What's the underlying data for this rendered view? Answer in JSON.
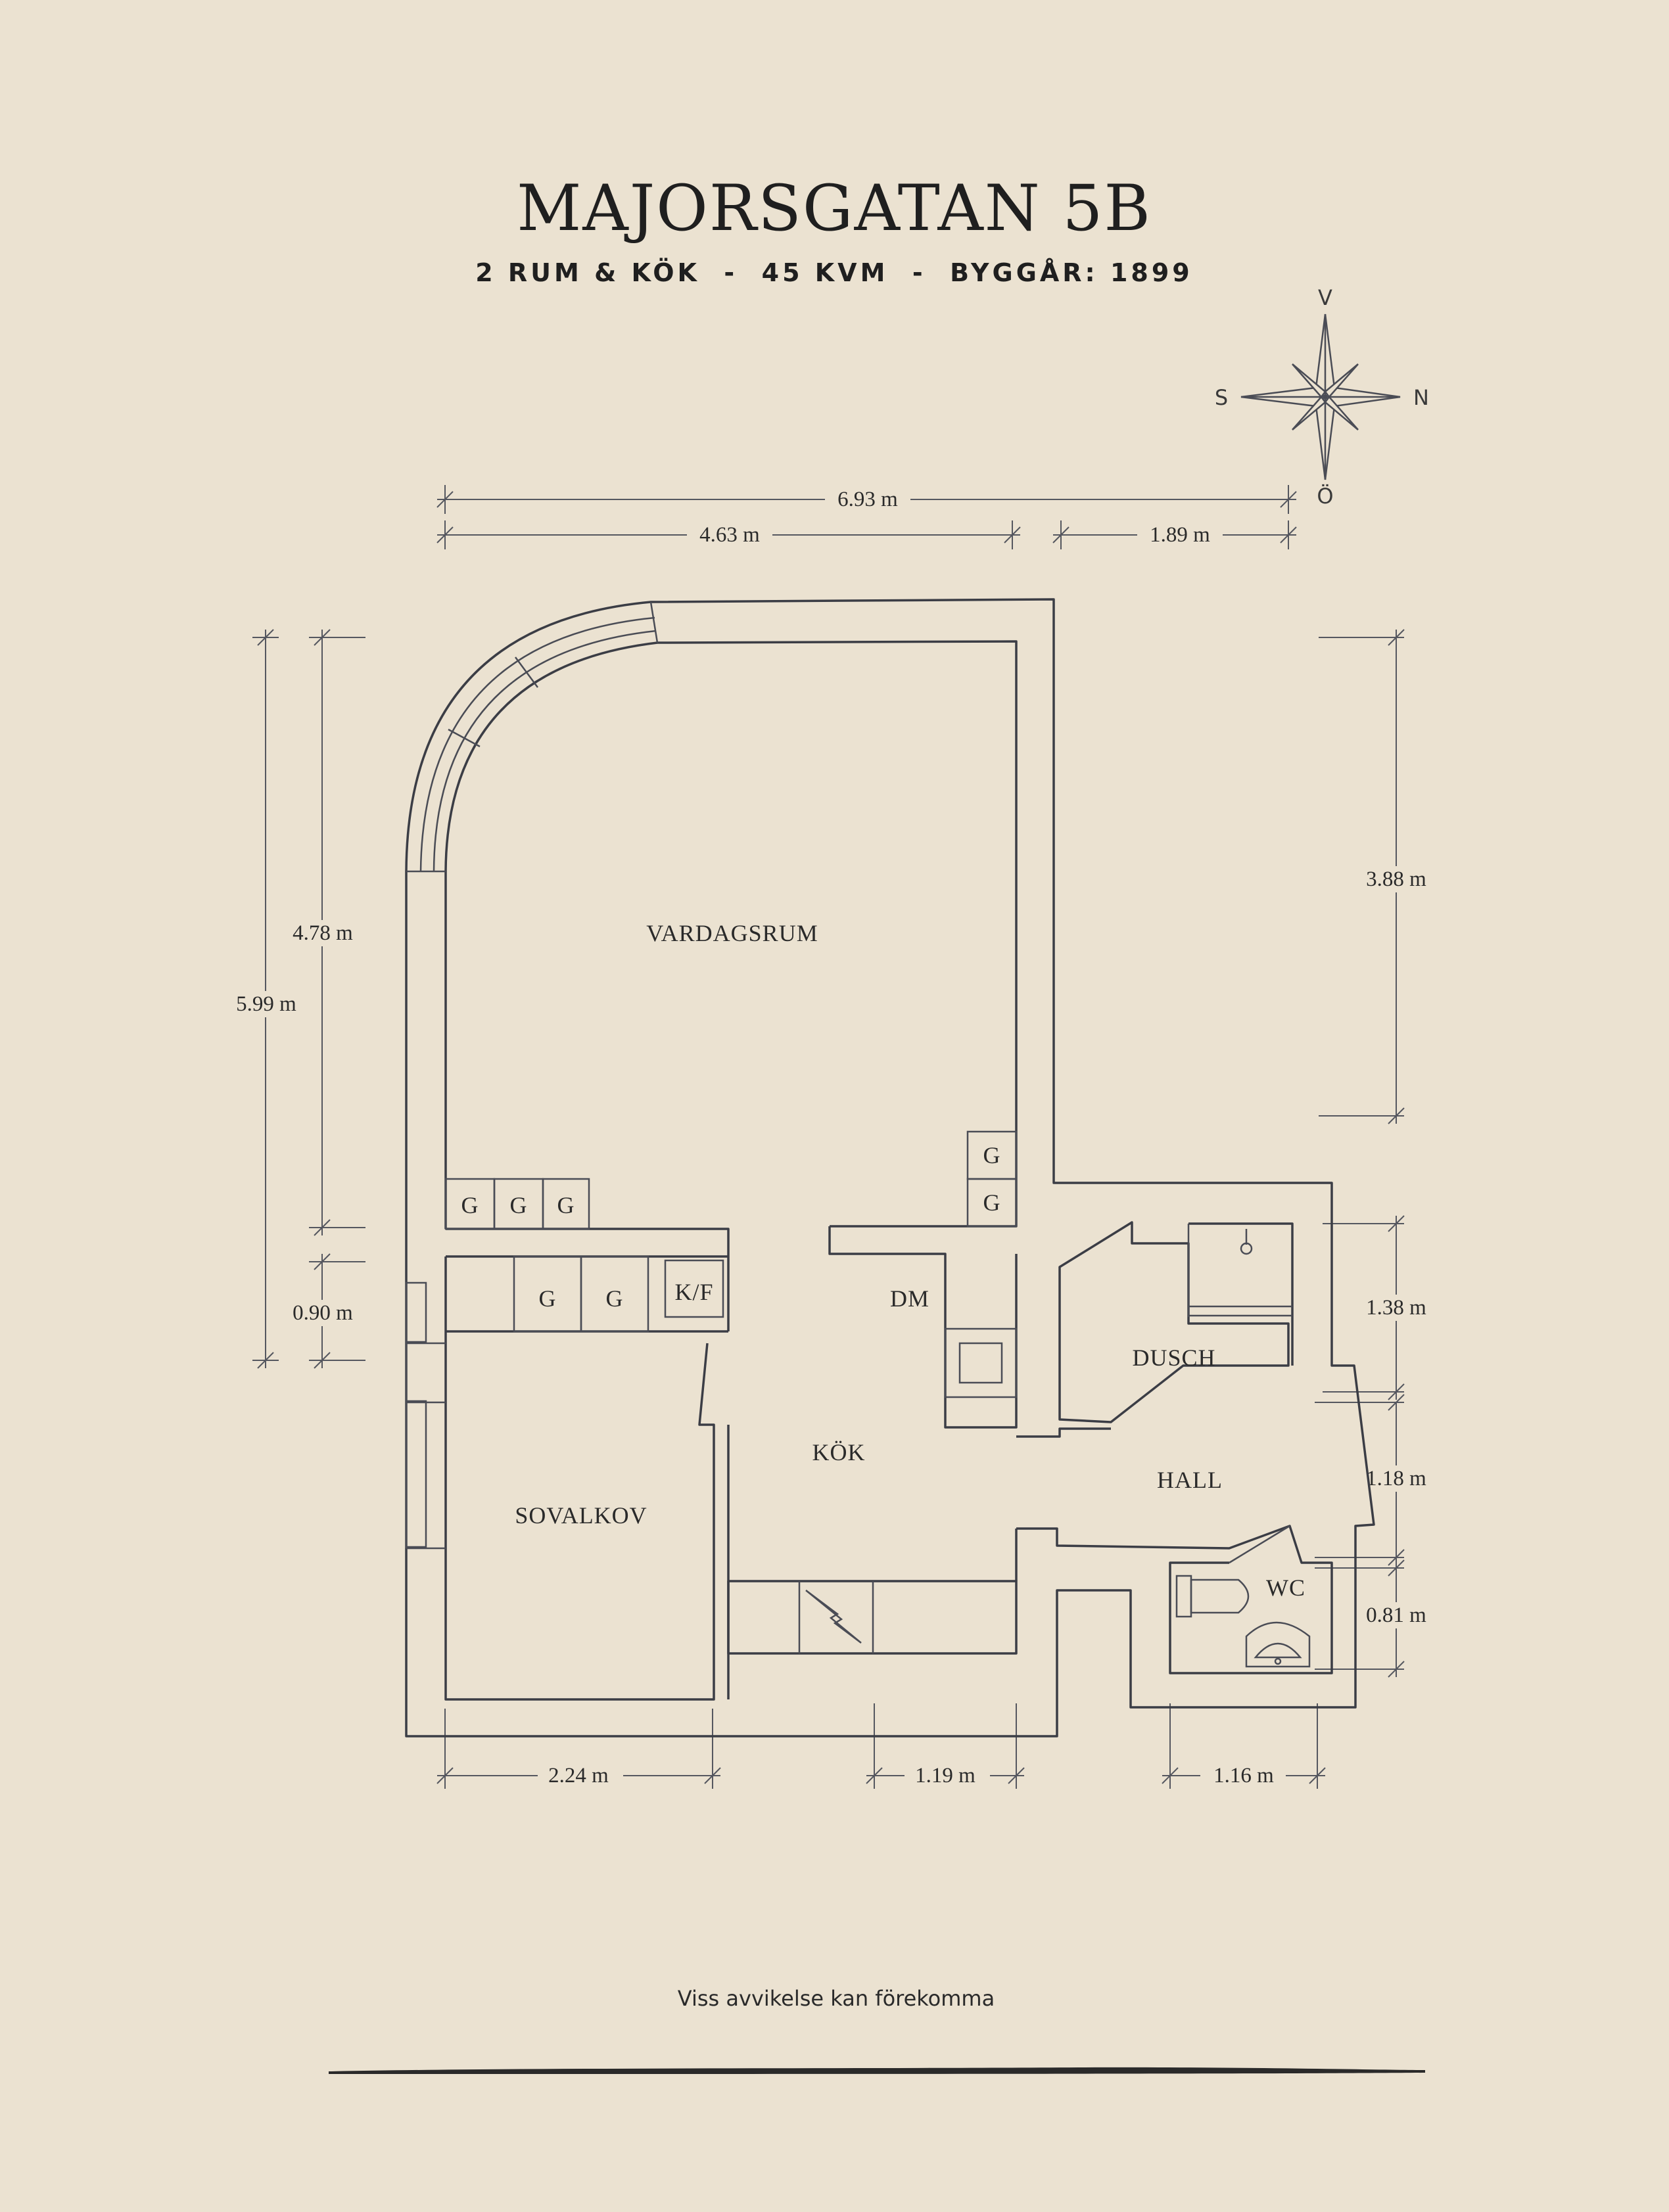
{
  "header": {
    "title": "MAJORSGATAN 5B",
    "subtitle": "2 RUM & KÖK  -  45 KVM  -  BYGGÅR: 1899"
  },
  "compass": {
    "north": "V",
    "east": "N",
    "west": "S",
    "south": "Ö",
    "icon": "compass-rose-icon"
  },
  "rooms": {
    "vardagsrum": "VARDAGSRUM",
    "sovalkov": "SOVALKOV",
    "kok": "KÖK",
    "hall": "HALL",
    "dusch": "DUSCH",
    "wc": "WC"
  },
  "fixtures": {
    "g": "G",
    "kf": "K/F",
    "dm": "DM",
    "stove_icon": "lightning-icon",
    "toilet_icon": "toilet-icon",
    "sink_icon": "sink-icon",
    "shower_icon": "shower-head-icon"
  },
  "dimensions": {
    "top_total": "6.93 m",
    "top_left": "4.63 m",
    "top_right": "1.89 m",
    "left_outer": "5.99 m",
    "left_upper": "4.78 m",
    "left_lower": "0.90 m",
    "right_upper": "3.88 m",
    "right_dusch": "1.38 m",
    "right_hall": "1.18 m",
    "right_wc": "0.81 m",
    "bottom_sovalkov": "2.24 m",
    "bottom_mid": "1.19 m",
    "bottom_wc": "1.16 m"
  },
  "footer": {
    "disclaimer": "Viss avvikelse kan förekomma"
  },
  "colors": {
    "background": "#ebe2d1",
    "ink": "#3b3d45"
  }
}
